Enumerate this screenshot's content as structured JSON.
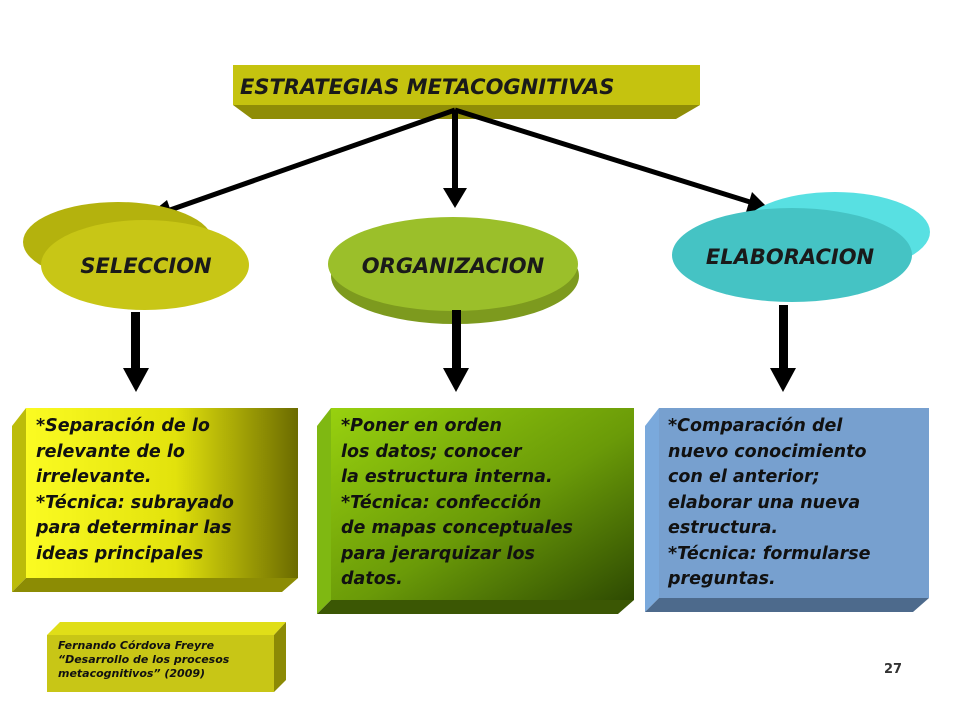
{
  "title": "ESTRATEGIAS METACOGNITIVAS",
  "nodes": [
    {
      "label": "SELECCION",
      "color": "#c8c616",
      "description": "*Separación de lo\nrelevante de lo\nirrelevante.\n*Técnica: subrayado\npara determinar las\nideas principales"
    },
    {
      "label": "ORGANIZACION",
      "color": "#9bbf2a",
      "description": "*Poner en orden\nlos datos; conocer\nla estructura interna.\n*Técnica: confección\nde mapas conceptuales\npara jerarquizar los\ndatos."
    },
    {
      "label": "ELABORACION",
      "color": "#45c3c4",
      "description": "*Comparación del\nnuevo conocimiento\ncon el anterior;\nelaborar una nueva\nestructura.\n*Técnica: formularse\npreguntas."
    }
  ],
  "credit": "Fernando Córdova Freyre\n“Desarrollo de los procesos\nmetacognitivos” (2009)",
  "page_number": "27",
  "colors": {
    "title_box": "#c5c30f",
    "box_selection": "#f3f312",
    "box_organization": "#88c20e",
    "box_elaboration": "#77a0cf",
    "arrows": "#000000"
  }
}
